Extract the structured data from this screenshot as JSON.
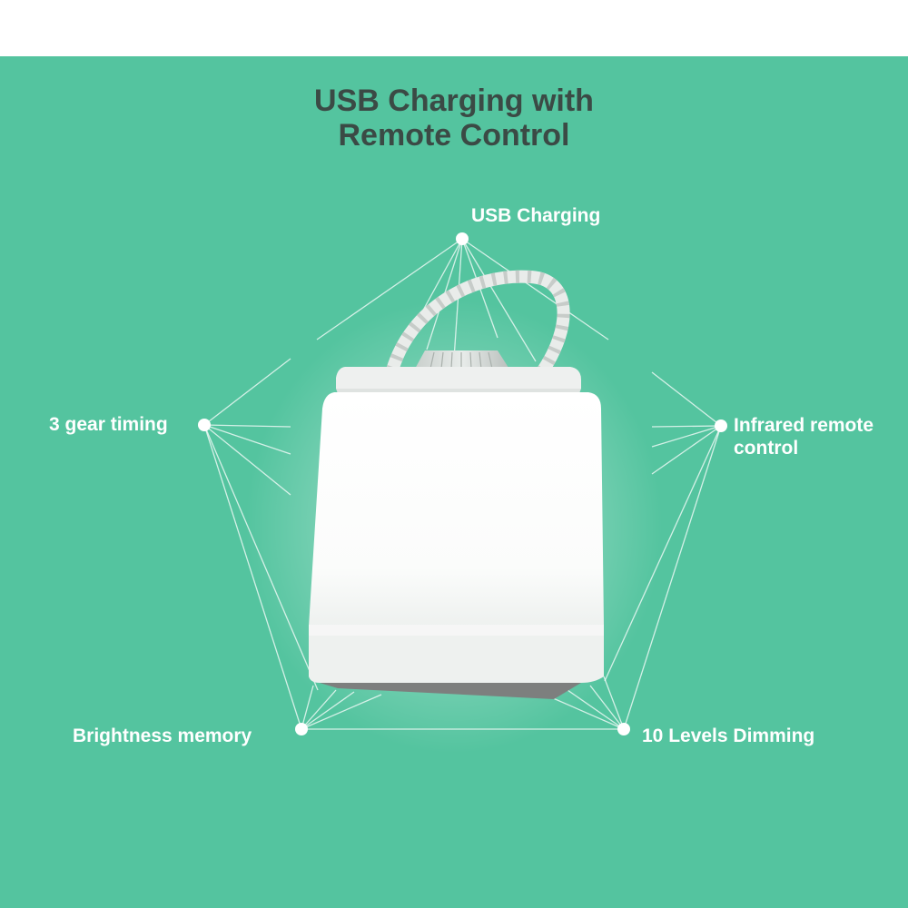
{
  "title": {
    "line1": "USB Charging with",
    "line2": "Remote Control"
  },
  "features": {
    "usb_charging": "USB Charging",
    "gear_timing": "3 gear timing",
    "infrared_remote": "Infrared remote control",
    "brightness_memory": "Brightness memory",
    "levels_dimming": "10 Levels Dimming"
  },
  "colors": {
    "background": "#54c49f",
    "title": "#3b4a45",
    "lamp_body": "#f6f7f6",
    "lamp_glow": "#ffffff"
  }
}
